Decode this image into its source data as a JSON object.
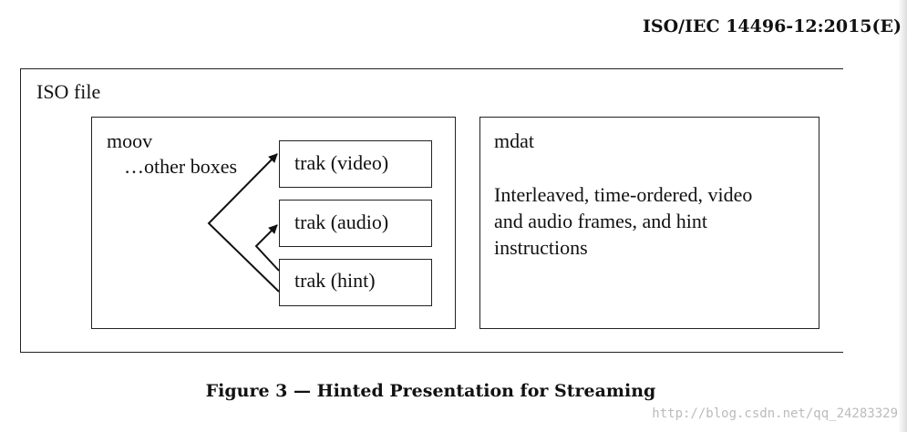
{
  "header": {
    "standard": "ISO/IEC 14496-12:2015(E)"
  },
  "diagram": {
    "iso_file": {
      "label": "ISO file"
    },
    "moov": {
      "label": "moov",
      "other": "…other boxes",
      "traks": [
        {
          "label": "trak (video)"
        },
        {
          "label": "trak (audio)"
        },
        {
          "label": "trak (hint)"
        }
      ]
    },
    "mdat": {
      "label": "mdat",
      "description_lines": [
        "Interleaved, time-ordered, video",
        "and audio frames, and hint",
        "instructions"
      ]
    }
  },
  "caption": "Figure 3 — Hinted Presentation for Streaming",
  "watermark": "http://blog.csdn.net/qq_24283329"
}
